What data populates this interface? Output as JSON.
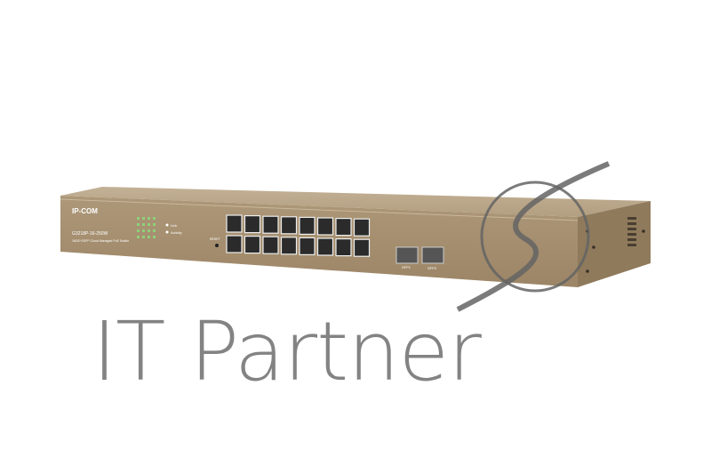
{
  "product": {
    "brand_logo": "IP-COM",
    "model": "G3218P-16-250W",
    "subtitle": "16GE+2SFP Cloud Managed PoE Switch",
    "led_labels": [
      "Link",
      "Activity"
    ],
    "reset_label": "RESET",
    "sfp_labels": [
      "SFP1",
      "SFP2"
    ],
    "port_count": 16,
    "body_color": "#a48e70"
  },
  "watermark": {
    "text": "IT Partner",
    "logo": "s-swoosh-circle",
    "color": "#6a6a6a"
  }
}
